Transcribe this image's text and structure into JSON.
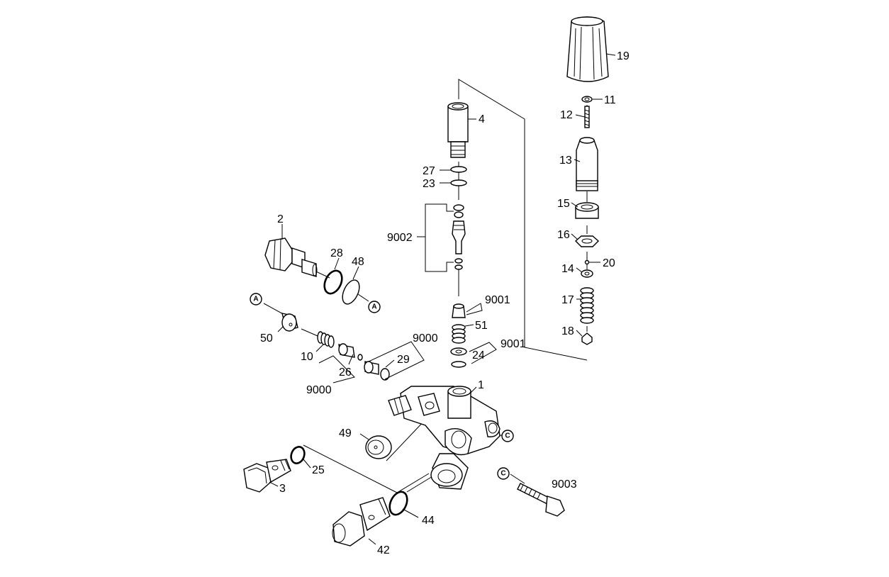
{
  "diagram": {
    "part_labels": {
      "p1": "1",
      "p2": "2",
      "p3": "3",
      "p4": "4",
      "p10": "10",
      "p11": "11",
      "p12": "12",
      "p13": "13",
      "p14": "14",
      "p15": "15",
      "p16": "16",
      "p17": "17",
      "p18": "18",
      "p19": "19",
      "p20": "20",
      "p23": "23",
      "p24": "24",
      "p25": "25",
      "p26": "26",
      "p27": "27",
      "p28": "28",
      "p29": "29",
      "p42": "42",
      "p44": "44",
      "p48": "48",
      "p49": "49",
      "p50": "50",
      "p51": "51",
      "p9000a": "9000",
      "p9000b": "9000",
      "p9001a": "9001",
      "p9001b": "9001",
      "p9002": "9002",
      "p9003": "9003"
    },
    "markers": {
      "a1": "A",
      "a2": "A",
      "c1": "C",
      "c2": "C"
    }
  }
}
